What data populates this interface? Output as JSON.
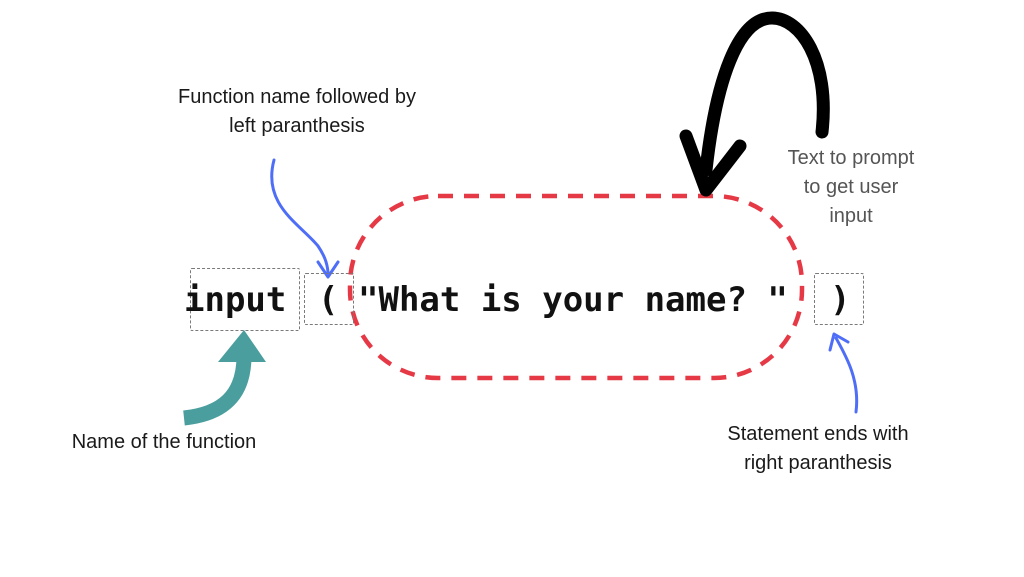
{
  "code": {
    "function_name": "input",
    "left_paren": "(",
    "prompt_string": "\"What is your name? \"",
    "right_paren": ")"
  },
  "annotations": {
    "function_name_note": [
      "Function name followed by",
      "left paranthesis"
    ],
    "prompt_note": [
      "Text to prompt",
      "to get user",
      "input"
    ],
    "name_note": "Name of the function",
    "end_note": [
      "Statement ends with",
      "right paranthesis"
    ]
  },
  "colors": {
    "highlight_dash": "#e63946",
    "arrow_blue": "#4f6ef7",
    "arrow_teal": "#4a9e9e",
    "arrow_black": "#000000"
  }
}
